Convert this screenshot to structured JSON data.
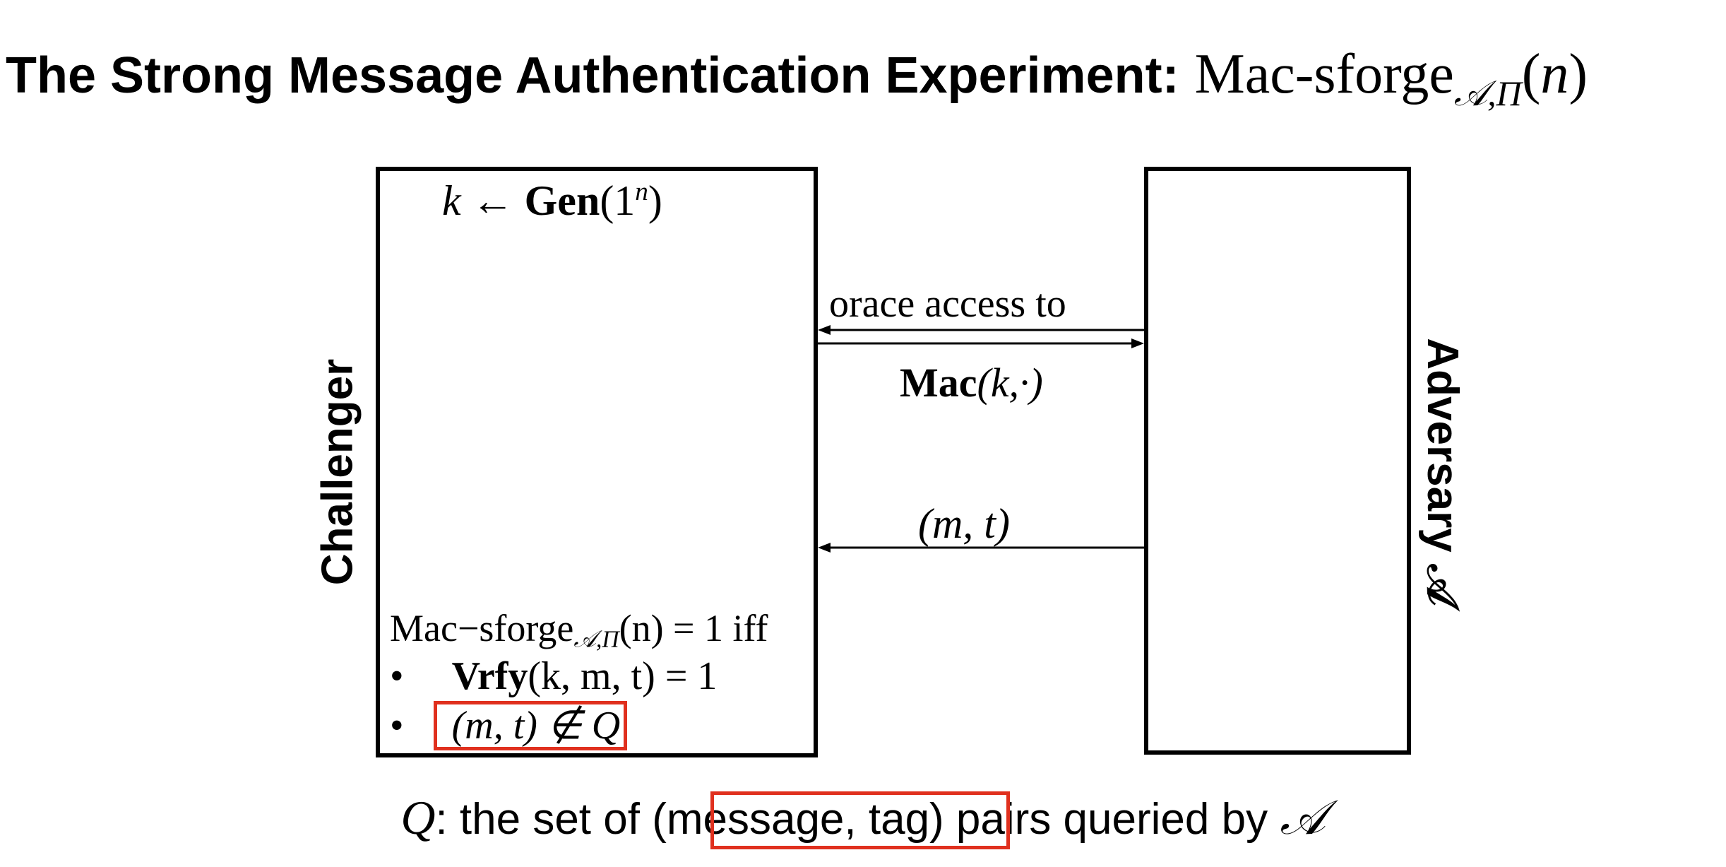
{
  "title": {
    "bold": "The Strong Message Authentication Experiment:",
    "math_name": "Mac-sforge",
    "math_sub": "𝒜,Π",
    "math_arg": "(",
    "math_n": "n",
    "math_close": ")"
  },
  "challenger": {
    "label": "Challenger",
    "keygen_k": "k",
    "keygen_arrow": " ← ",
    "keygen_gen": "Gen",
    "keygen_arg": "(1",
    "keygen_sup": "n",
    "keygen_close": ")",
    "cond_name": "Mac−sforge",
    "cond_sub": "𝒜,Π",
    "cond_rest": "(n) = 1 iff",
    "bullet": "•",
    "cond1_fn": "Vrfy",
    "cond1_args": "(k, m, t) = 1",
    "cond2": "(m, t) ∉ Q"
  },
  "adversary": {
    "label": "Adversary 𝒜"
  },
  "arrows": {
    "oracle_top": "orace access to",
    "oracle_fn": "Mac",
    "oracle_args": "(k,·)",
    "response": "(m, t)"
  },
  "footnote": {
    "q": "Q",
    "before": ": the set of ",
    "highlight": "(message, tag)",
    "after": " pairs queried by ",
    "adversary": "𝒜"
  },
  "colors": {
    "highlight_border": "#e0301e",
    "line": "#000000"
  }
}
